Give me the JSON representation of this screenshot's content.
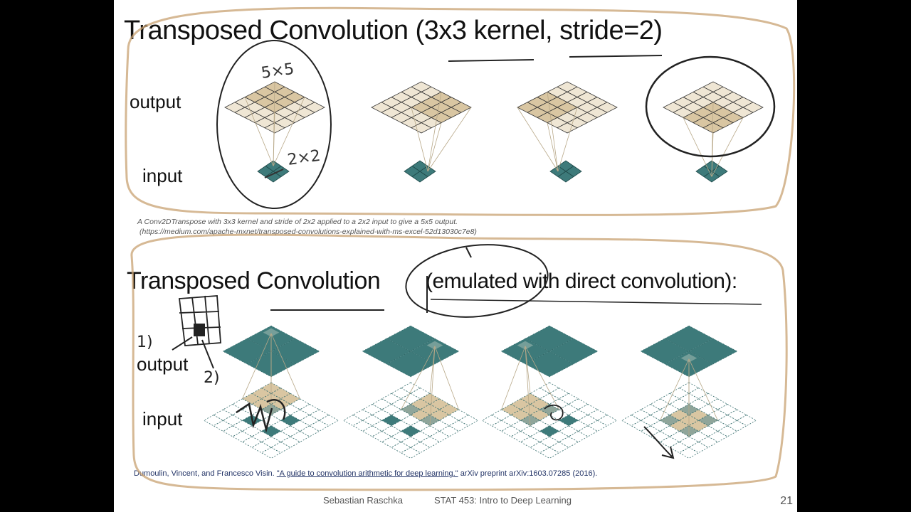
{
  "slide": {
    "title_top": "Transposed Convolution (3x3 kernel, stride=2)",
    "title_bottom_main": "Transposed Convolution",
    "title_bottom_paren": "(emulated with direct convolution):",
    "labels": {
      "top_output": "output",
      "top_input": "input",
      "bottom_output": "output",
      "bottom_input": "input"
    },
    "caption_line1": "A Conv2DTranspose with 3x3 kernel and stride of 2x2 applied to a 2x2 input to give a 5x5 output.",
    "caption_line2": "(https://medium.com/apache-mxnet/transposed-convolutions-explained-with-ms-excel-52d13030c7e8)",
    "citation_authors": "Dumoulin, Vincent, and Francesco Visin.",
    "citation_title": "\"A guide to convolution arithmetic for deep learning.\"",
    "citation_rest": "arXiv preprint arXiv:1603.07285 (2016).",
    "footer_author": "Sebastian Raschka",
    "footer_course": "STAT 453: Intro to Deep Learning",
    "page_number": "21",
    "annotations": {
      "output_size": "5×5",
      "input_size": "2×2",
      "mark_1": "1)",
      "mark_2": "2)"
    }
  },
  "colors": {
    "grid_beige": "#efe6d4",
    "highlight_tan": "#d9c6a2",
    "teal": "#3d7a7a",
    "pen": "#2a2a2a",
    "highlighter": "#c8a272"
  },
  "diagram": {
    "top_steps": [
      {
        "highlight_cells": [
          [
            0,
            0
          ],
          [
            0,
            1
          ],
          [
            0,
            2
          ],
          [
            1,
            0
          ],
          [
            1,
            1
          ],
          [
            1,
            2
          ],
          [
            2,
            0
          ],
          [
            2,
            1
          ],
          [
            2,
            2
          ]
        ],
        "input_cell": [
          0,
          0
        ]
      },
      {
        "highlight_cells": [
          [
            0,
            2
          ],
          [
            0,
            3
          ],
          [
            0,
            4
          ],
          [
            1,
            2
          ],
          [
            1,
            3
          ],
          [
            1,
            4
          ],
          [
            2,
            2
          ],
          [
            2,
            3
          ],
          [
            2,
            4
          ]
        ],
        "input_cell": [
          0,
          1
        ]
      },
      {
        "highlight_cells": [
          [
            2,
            0
          ],
          [
            2,
            1
          ],
          [
            2,
            2
          ],
          [
            3,
            0
          ],
          [
            3,
            1
          ],
          [
            3,
            2
          ],
          [
            4,
            0
          ],
          [
            4,
            1
          ],
          [
            4,
            2
          ]
        ],
        "input_cell": [
          1,
          0
        ]
      },
      {
        "highlight_cells": [
          [
            2,
            2
          ],
          [
            2,
            3
          ],
          [
            2,
            4
          ],
          [
            3,
            2
          ],
          [
            3,
            3
          ],
          [
            3,
            4
          ],
          [
            4,
            2
          ],
          [
            4,
            3
          ],
          [
            4,
            4
          ]
        ],
        "input_cell": [
          1,
          1
        ]
      }
    ],
    "bottom_steps": [
      {
        "output_cell": [
          0,
          0
        ],
        "window_origin": [
          0,
          0
        ]
      },
      {
        "output_cell": [
          0,
          1
        ],
        "window_origin": [
          0,
          2
        ]
      },
      {
        "output_cell": [
          1,
          0
        ],
        "window_origin": [
          2,
          0
        ]
      },
      {
        "output_cell": [
          1,
          1
        ],
        "window_origin": [
          2,
          2
        ]
      }
    ],
    "bottom_input_teal_cells": [
      [
        2,
        2
      ],
      [
        2,
        4
      ],
      [
        4,
        2
      ],
      [
        4,
        4
      ]
    ]
  }
}
